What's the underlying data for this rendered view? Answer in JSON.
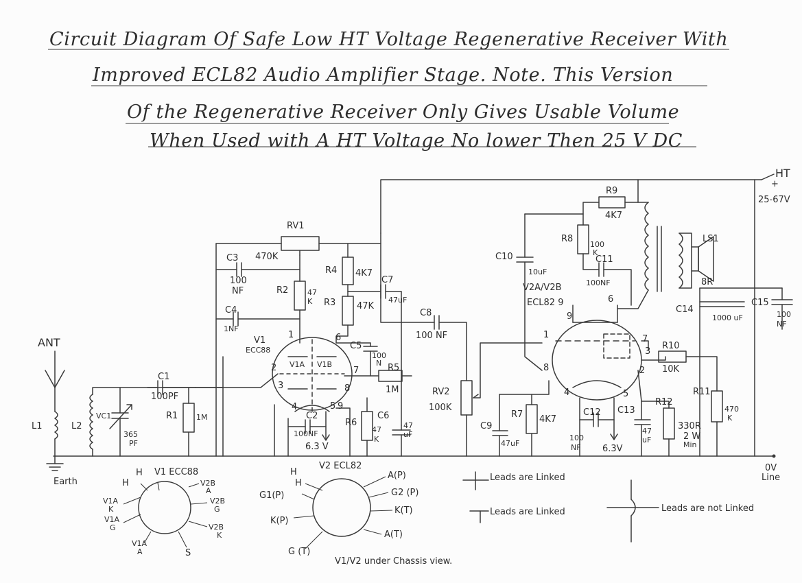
{
  "title": {
    "line1": "Circuit Diagram Of Safe Low HT Voltage Regenerative Receiver With",
    "line2": "Improved ECL82 Audio Amplifier Stage. Note. This Version",
    "line3": "Of the Regenerative Receiver Only Gives Usable Volume",
    "line4": "When Used with A HT Voltage No lower Then 25 V DC"
  },
  "labels": {
    "rv1": "RV1",
    "rv1_val": "470K",
    "r2": "R2",
    "r2_val_a": "47",
    "r2_val_b": "K",
    "r4": "R4",
    "r4_val": "4K7",
    "r3": "R3",
    "r3_val": "47K",
    "c3": "C3",
    "c3_val_a": "100",
    "c3_val_b": "NF",
    "c4": "C4",
    "c4_val": "1NF",
    "c7": "C7",
    "c7_val": "47uF",
    "c5": "C5",
    "c5_val_a": "100",
    "c5_val_b": "N",
    "r5": "R5",
    "r5_val": "1M",
    "c8": "C8",
    "c8_val": "100 NF",
    "v1": "V1",
    "v1_type": "ECC88",
    "v1a": "V1A",
    "v1b": "V1B",
    "c1": "C1",
    "c1_val": "100PF",
    "r1": "R1",
    "r1_val": "1M",
    "vc1": "VC1",
    "vc1_val_a": "365",
    "vc1_val_b": "PF",
    "l1": "L1",
    "l2": "L2",
    "ant": "ANT",
    "earth": "Earth",
    "c2": "C2",
    "c2_val": "100NF",
    "heater_v1": "6.3 V",
    "r6": "R6",
    "r6_val_a": "47",
    "r6_val_b": "K",
    "c6": "C6",
    "c6_val_a": "47",
    "c6_val_b": "uF",
    "rv2": "RV2",
    "rv2_val": "100K",
    "c9": "C9",
    "c9_val": "47uF",
    "r7": "R7",
    "r7_val": "4K7",
    "c10": "C10",
    "c10_val": "10uF",
    "r8": "R8",
    "r8_val_a": "100",
    "r8_val_b": "K",
    "r9": "R9",
    "r9_val": "4K7",
    "c11": "C11",
    "c11_val": "100NF",
    "v2": "V2A/V2B",
    "v2_type": "ECL82 9",
    "ls1": "LS1",
    "ls1_val": "8R",
    "c14": "C14",
    "c14_val": "1000 uF",
    "c15": "C15",
    "c15_val_a": "100",
    "c15_val_b": "NF",
    "r10": "R10",
    "r10_val": "10K",
    "r11": "R11",
    "r11_val_a": "470",
    "r11_val_b": "K",
    "r12": "R12",
    "r12_val_a": "330R",
    "r12_val_b": "2 W",
    "r12_val_c": "Min",
    "c12": "C12",
    "c12_val_a": "100",
    "c12_val_b": "NF",
    "heater_v2": "6.3V",
    "c13": "C13",
    "c13_val_a": "47",
    "c13_val_b": "uF",
    "ht": "HT",
    "ht_plus": "+",
    "ht_range": "25-67V",
    "ov_a": "0V",
    "ov_b": "Line"
  },
  "pins": {
    "v1": [
      "1",
      "2",
      "3",
      "4",
      "5",
      "6",
      "7",
      "8",
      "9"
    ],
    "v2": [
      "1",
      "2",
      "3",
      "4",
      "5",
      "6",
      "7",
      "8",
      "9"
    ]
  },
  "base_v1": {
    "title": "V1 ECC88",
    "h_left": "H",
    "h_right": "H",
    "v2b_a": "V2B",
    "v2b_a2": "A",
    "v2b_g": "V2B",
    "v2b_g2": "G",
    "v2b_k": "V2B",
    "v2b_k2": "K",
    "v1a_k": "V1A",
    "v1a_k2": "K",
    "v1a_g": "V1A",
    "v1a_g2": "G",
    "v1a_a": "V1A",
    "v1a_a2": "A",
    "s": "S"
  },
  "base_v2": {
    "title": "V2 ECL82",
    "h1": "H",
    "h2": "H",
    "g1p": "G1(P)",
    "kp": "K(P)",
    "gt": "G (T)",
    "ap": "A(P)",
    "g2p": "G2 (P)",
    "kt": "K(T)",
    "at": "A(T)",
    "caption": "V1/V2 under Chassis view."
  },
  "legend": {
    "linked1": "Leads are Linked",
    "linked2": "Leads are Linked",
    "not_linked": "Leads are not Linked"
  }
}
